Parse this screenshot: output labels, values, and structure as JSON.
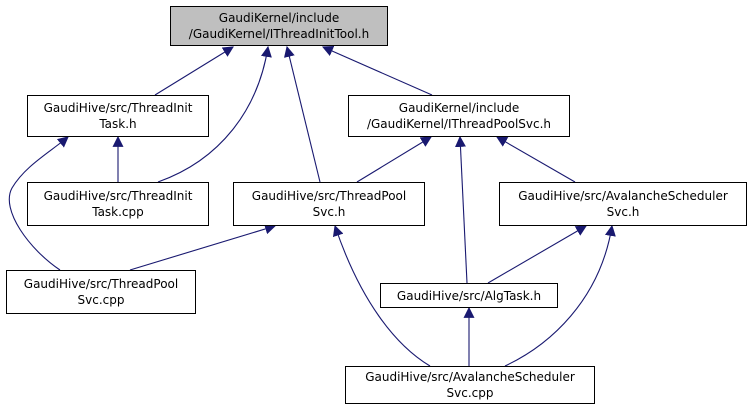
{
  "colors": {
    "edge": "#191970",
    "node_border": "#000000",
    "node_fill": "#ffffff",
    "highlight_fill": "#bfbfbf"
  },
  "nodes": {
    "ithreadinittool_h": {
      "line1": "GaudiKernel/include",
      "line2": "/GaudiKernel/IThreadInitTool.h"
    },
    "threadinittask_h": {
      "line1": "GaudiHive/src/ThreadInit",
      "line2": "Task.h"
    },
    "ithreadpoolsvc_h": {
      "line1": "GaudiKernel/include",
      "line2": "/GaudiKernel/IThreadPoolSvc.h"
    },
    "threadinittask_cpp": {
      "line1": "GaudiHive/src/ThreadInit",
      "line2": "Task.cpp"
    },
    "threadpoolsvc_h": {
      "line1": "GaudiHive/src/ThreadPool",
      "line2": "Svc.h"
    },
    "avalanchescheduler_h": {
      "line1": "GaudiHive/src/AvalancheScheduler",
      "line2": "Svc.h"
    },
    "threadpoolsvc_cpp": {
      "line1": "GaudiHive/src/ThreadPool",
      "line2": "Svc.cpp"
    },
    "algtask_h": {
      "line1": "GaudiHive/src/AlgTask.h"
    },
    "avalanchescheduler_cpp": {
      "line1": "GaudiHive/src/AvalancheScheduler",
      "line2": "Svc.cpp"
    }
  }
}
